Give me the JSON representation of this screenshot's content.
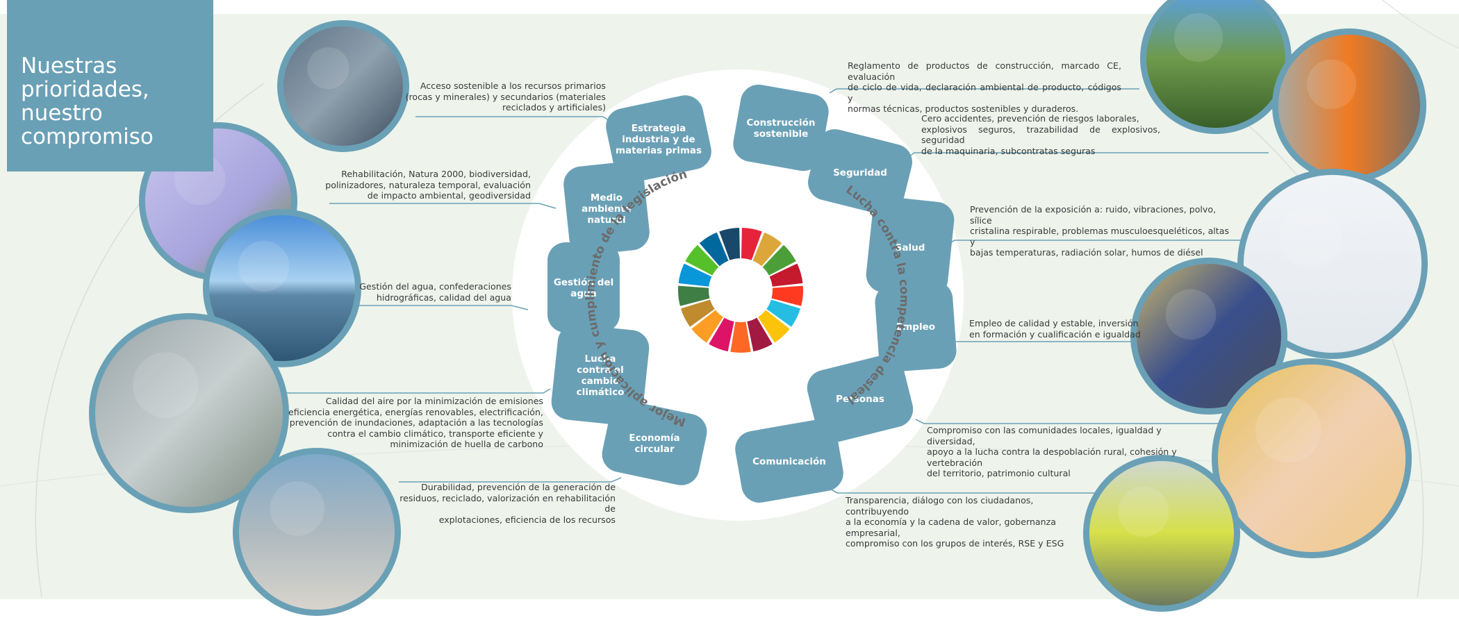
{
  "title": [
    "Nuestras",
    "prioridades,",
    "nuestro",
    "compromiso"
  ],
  "colors": {
    "accent": "#6aa0b6",
    "panel": "#eef4ec",
    "text": "#3a3a3a",
    "segment_text": "#ffffff",
    "sdg": [
      "#e5243b",
      "#dda63a",
      "#4c9f38",
      "#c5192d",
      "#ff3a21",
      "#26bde2",
      "#fcc30b",
      "#a21942",
      "#fd6925",
      "#dd1367",
      "#fd9d24",
      "#bf8b2e",
      "#3f7e44",
      "#0a97d9",
      "#56c02b",
      "#00689d",
      "#19486a"
    ]
  },
  "arcs": {
    "left": "Mejor aplicación y cumplimiento de la legislación",
    "right": "Lucha contra la competencia desleal"
  },
  "segments_left": [
    {
      "label": [
        "Estrategia",
        "industria y de",
        "materias primas"
      ]
    },
    {
      "label": [
        "Medio",
        "ambiente",
        "natural"
      ]
    },
    {
      "label": [
        "Gestión del",
        "agua"
      ]
    },
    {
      "label": [
        "Lucha",
        "contra el",
        "cambio",
        "climático"
      ]
    },
    {
      "label": [
        "Economía",
        "circular"
      ]
    }
  ],
  "segments_right": [
    {
      "label": [
        "Construcción",
        "sostenible"
      ]
    },
    {
      "label": [
        "Seguridad"
      ]
    },
    {
      "label": [
        "Salud"
      ]
    },
    {
      "label": [
        "Empleo"
      ]
    },
    {
      "label": [
        "Personas"
      ]
    },
    {
      "label": [
        "Comunicación"
      ]
    }
  ],
  "descriptions_left": [
    [
      "Acceso sostenible a los recursos primarios",
      "(rocas y minerales) y secundarios (materiales",
      "reciclados y artificiales)"
    ],
    [
      "Rehabilitación, Natura 2000, biodiversidad,",
      "polinizadores, naturaleza temporal, evaluación",
      "de impacto ambiental, geodiversidad"
    ],
    [
      "Gestión del agua, confederaciones",
      "hidrográficas, calidad del agua"
    ],
    [
      "Calidad del aire por la minimización de emisiones",
      "eficiencia energética, energías renovables, electrificación,",
      "prevención de inundaciones, adaptación a las tecnologías",
      "contra el cambio climático, transporte eficiente  y",
      "minimización de huella de carbono"
    ],
    [
      "Durabilidad, prevención de la generación de",
      "residuos, reciclado, valorización en rehabilitación de",
      "explotaciones, eficiencia de los recursos"
    ]
  ],
  "descriptions_right": [
    [
      "Reglamento de productos de construcción, marcado CE, evaluación",
      "de ciclo de vida, declaración ambiental de producto, códigos y",
      "normas técnicas, productos sostenibles y duraderos."
    ],
    [
      "Cero accidentes, prevención de riesgos laborales,",
      "explosivos seguros, trazabilidad de explosivos, seguridad",
      "de la maquinaria, subcontratas seguras"
    ],
    [
      "Prevención de la exposición a: ruido, vibraciones, polvo, sílice",
      "cristalina respirable, problemas musculoesqueléticos, altas y",
      "bajas temperaturas, radiación solar, humos de diésel"
    ],
    [
      "Empleo de calidad y estable, inversión",
      "en formación y cualificación e igualdad"
    ],
    [
      "Compromiso con las comunidades locales, igualdad y diversidad,",
      "apoyo a la lucha contra la despoblación rural, cohesión y vertebración",
      "del territorio,  patrimonio cultural"
    ],
    [
      "Transparencia, diálogo con los ciudadanos, contribuyendo",
      "a la economía y la cadena de valor, gobernanza empresarial,",
      "compromiso con los grupos de interés, RSE y ESG"
    ]
  ],
  "photos": [
    {
      "icon": "quarry-photo-icon"
    },
    {
      "icon": "bee-photo-icon"
    },
    {
      "icon": "water-treatment-photo-icon"
    },
    {
      "icon": "lightbulb-plant-photo-icon"
    },
    {
      "icon": "excavator-gravel-photo-icon"
    },
    {
      "icon": "green-building-photo-icon"
    },
    {
      "icon": "safety-worker-photo-icon"
    },
    {
      "icon": "hardhat-worker-photo-icon"
    },
    {
      "icon": "machine-operator-photo-icon"
    },
    {
      "icon": "child-painted-hands-photo-icon"
    },
    {
      "icon": "students-hardhats-photo-icon"
    }
  ]
}
